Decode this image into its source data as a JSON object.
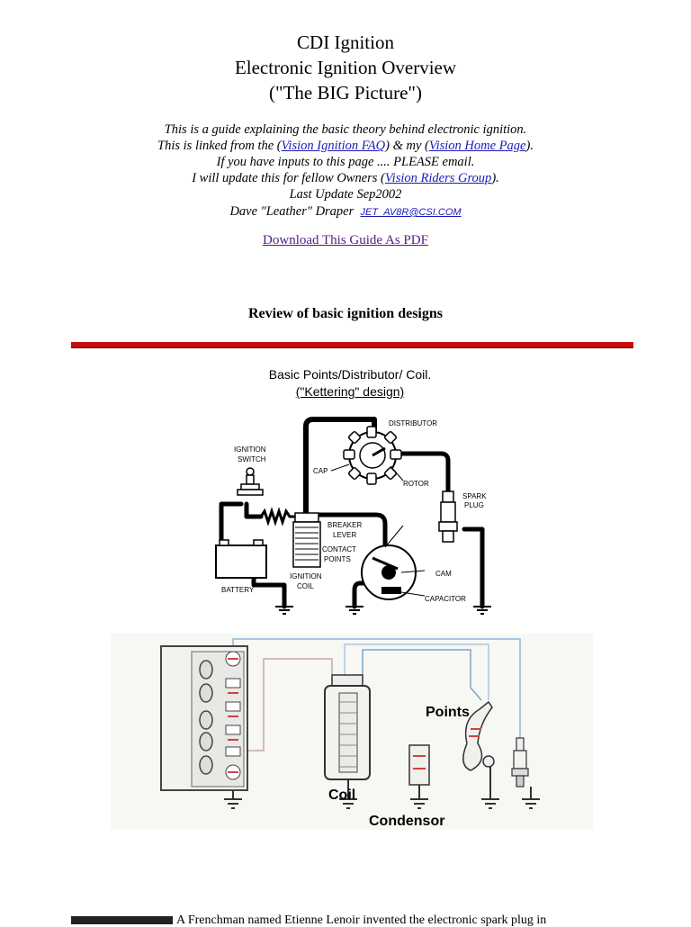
{
  "header": {
    "title_line1": "CDI Ignition",
    "title_line2": "Electronic Ignition Overview",
    "title_line3": "(\"The BIG Picture\")"
  },
  "intro": {
    "line1": "This is a guide explaining the basic theory behind electronic ignition.",
    "line2_a": "This is linked from the (",
    "link_faq": "Vision Ignition FAQ",
    "line2_b": ") & my (",
    "link_home": "Vision Home Page",
    "line2_c": ").",
    "line3": "If you have inputs to this page .... PLEASE email.",
    "line4_a": "I will update this for fellow Owners (",
    "link_riders": "Vision Riders Group",
    "line4_b": ").",
    "line5": "Last Update Sep2002",
    "line6": "Dave \"Leather\" Draper",
    "email": "JET_AV8R@CSI.COM"
  },
  "download_link": "Download This Guide As PDF",
  "section_heading": "Review of basic ignition designs",
  "figure1": {
    "caption_line1": "Basic Points/Distributor/ Coil.",
    "caption_line2": "(\"Kettering\" design)",
    "labels": {
      "distributor": "DISTRIBUTOR",
      "ignition": "IGNITION",
      "switch": "SWITCH",
      "cap": "CAP",
      "rotor": "ROTOR",
      "spark": "SPARK",
      "plug": "PLUG",
      "breaker": "BREAKER",
      "lever": "LEVER",
      "contact": "CONTACT",
      "points": "POINTS",
      "cam": "CAM",
      "battery": "BATTERY",
      "ignition2": "IGNITION",
      "coil": "COIL",
      "capacitor": "CAPACITOR"
    }
  },
  "figure2": {
    "points": "Points",
    "coil": "Coil",
    "condensor": "Condensor"
  },
  "bottom_text": "A Frenchman named Etienne Lenoir invented the electronic spark plug in"
}
